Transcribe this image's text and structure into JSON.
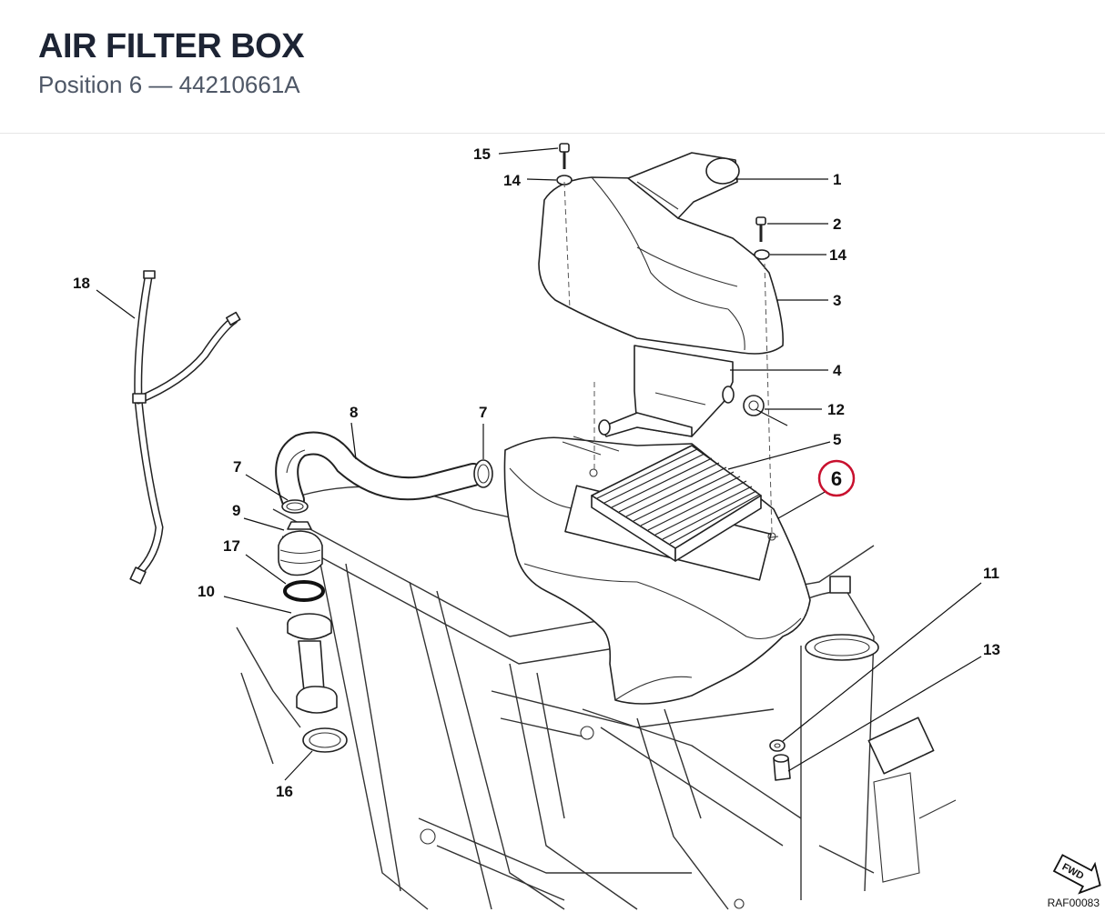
{
  "header": {
    "title": "AIR FILTER BOX",
    "subtitle": "Position 6 — 44210661A"
  },
  "diagram": {
    "highlight_color": "#c8102e",
    "highlighted_position": "6",
    "reference_code": "RAF00083",
    "forward_label": "FWD",
    "callouts": {
      "c1": "1",
      "c2": "2",
      "c3": "3",
      "c4": "4",
      "c5": "5",
      "c6": "6",
      "c7a": "7",
      "c7b": "7",
      "c8": "8",
      "c9": "9",
      "c10": "10",
      "c11": "11",
      "c12": "12",
      "c13": "13",
      "c14a": "14",
      "c14b": "14",
      "c15": "15",
      "c16": "16",
      "c17": "17",
      "c18": "18"
    }
  }
}
